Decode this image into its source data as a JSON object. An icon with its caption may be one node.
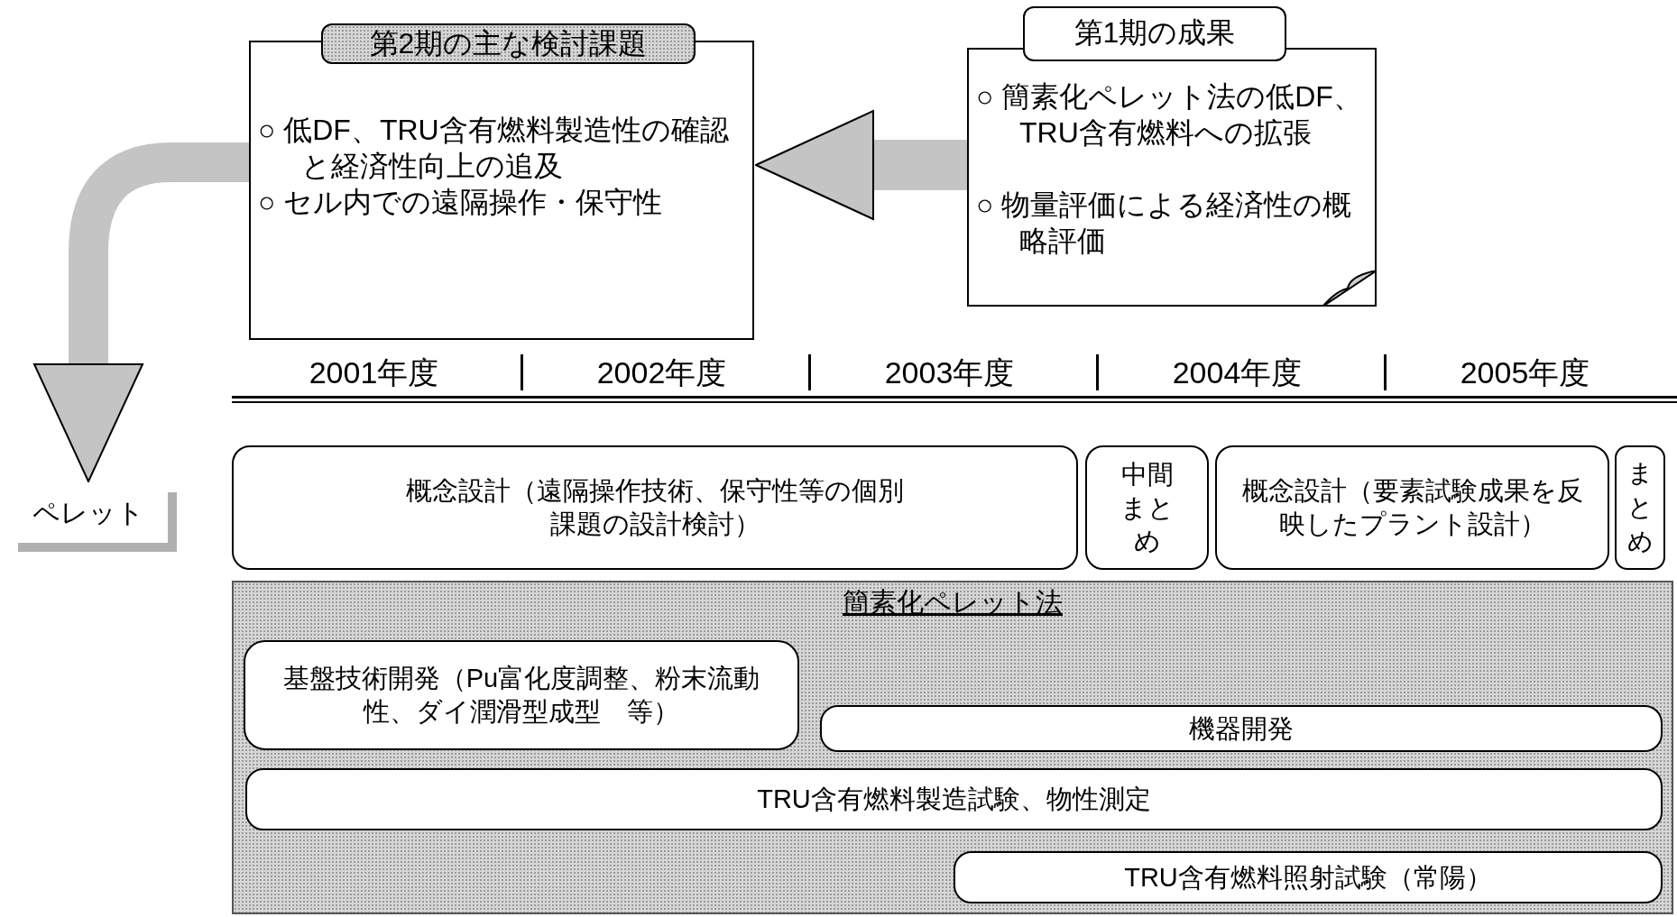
{
  "diagram": {
    "nodes": [
      {
        "text": [
          "第2期の主な検討課題",
          "○ 低DF、TRU含有燃料製造性の確認と経済性向上の追及",
          "○ セル内での遠隔操作・保守性"
        ]
      },
      {
        "text": [
          "第1期の成果",
          "○ 簡素化ペレット法の低DF、TRU含有燃料への拡張",
          "○ 物量評価による経済性の概略評価"
        ]
      },
      {
        "text": [
          "ペレット"
        ]
      },
      {
        "text": [
          "概念設計（遠隔操作技術、保守性等の個別課題の設計検討）"
        ]
      },
      {
        "text": [
          "中間まとめ"
        ]
      },
      {
        "text": [
          "概念設計（要素試験成果を反映したプラント設計）"
        ]
      },
      {
        "text": [
          "まとめ"
        ]
      },
      {
        "text": [
          "簡素化ペレット法"
        ]
      },
      {
        "text": [
          "基盤技術開発（Pu富化度調整、粉末流動性、ダイ潤滑型成型　等）"
        ],
        "in": 7
      },
      {
        "text": [
          "機器開発"
        ],
        "in": 7
      },
      {
        "text": [
          "TRU含有燃料製造試験、物性測定"
        ],
        "in": 7
      },
      {
        "text": [
          "TRU含有燃料照射試験（常陽）"
        ],
        "in": 7
      }
    ],
    "edges": [
      {
        "from": 1,
        "to": 0,
        "arrow": "to"
      },
      {
        "from": 0,
        "to": 2,
        "arrow": "to"
      }
    ],
    "labels": [
      "2001年度",
      "2002年度",
      "2003年度",
      "2004年度",
      "2005年度"
    ]
  }
}
